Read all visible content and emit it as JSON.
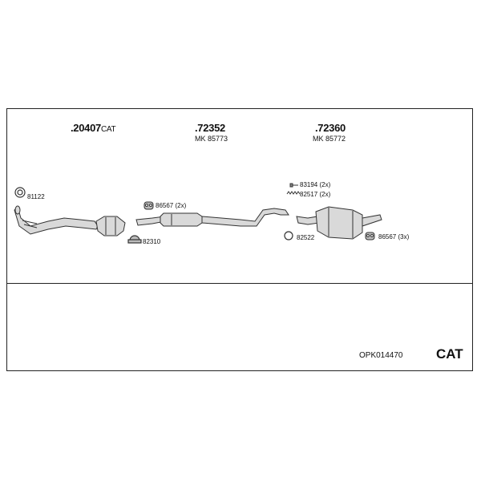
{
  "groups": [
    {
      "number": ".20407",
      "suffix": "CAT",
      "sub": ""
    },
    {
      "number": ".72352",
      "suffix": "",
      "sub": "MK 85773"
    },
    {
      "number": ".72360",
      "suffix": "",
      "sub": "MK 85772"
    }
  ],
  "parts": {
    "gasket_front": "81122",
    "hanger_front": "86567 (2x)",
    "clamp": "82310",
    "bolt": "83194 (2x)",
    "spring": "82517 (2x)",
    "gasket_rear": "82522",
    "hanger_rear": "86567 (3x)"
  },
  "footer": {
    "article": "OPK014470",
    "type": "CAT"
  },
  "colors": {
    "line": "#222222",
    "pipe_fill": "#d9d9d9",
    "pipe_stroke": "#333333"
  }
}
